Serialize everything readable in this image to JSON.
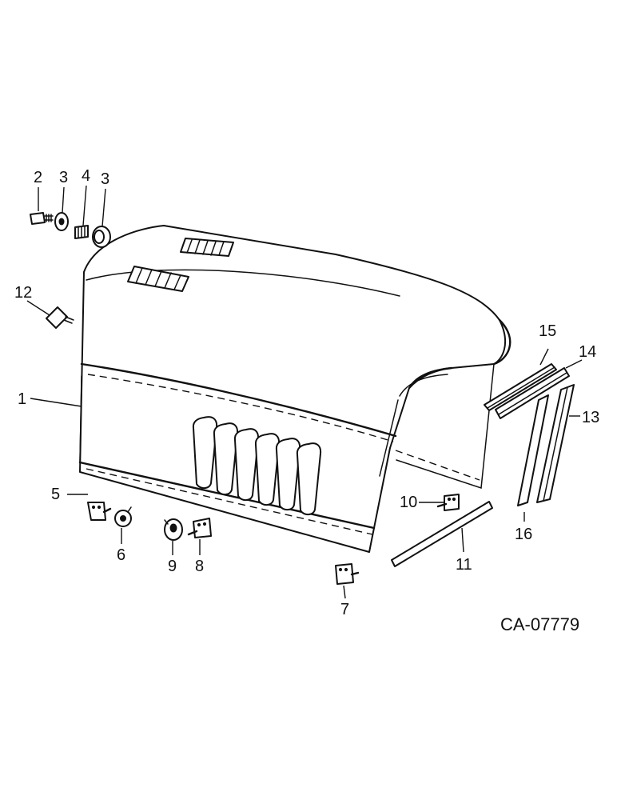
{
  "diagram": {
    "reference_code": "CA-07779",
    "callouts": [
      {
        "id": "c1",
        "text": "1"
      },
      {
        "id": "c2",
        "text": "2"
      },
      {
        "id": "c3a",
        "text": "3"
      },
      {
        "id": "c4",
        "text": "4"
      },
      {
        "id": "c3b",
        "text": "3"
      },
      {
        "id": "c5",
        "text": "5"
      },
      {
        "id": "c6",
        "text": "6"
      },
      {
        "id": "c7",
        "text": "7"
      },
      {
        "id": "c8",
        "text": "8"
      },
      {
        "id": "c9",
        "text": "9"
      },
      {
        "id": "c10",
        "text": "10"
      },
      {
        "id": "c11",
        "text": "11"
      },
      {
        "id": "c12",
        "text": "12"
      },
      {
        "id": "c13",
        "text": "13"
      },
      {
        "id": "c14",
        "text": "14"
      },
      {
        "id": "c15",
        "text": "15"
      },
      {
        "id": "c16",
        "text": "16"
      }
    ]
  }
}
